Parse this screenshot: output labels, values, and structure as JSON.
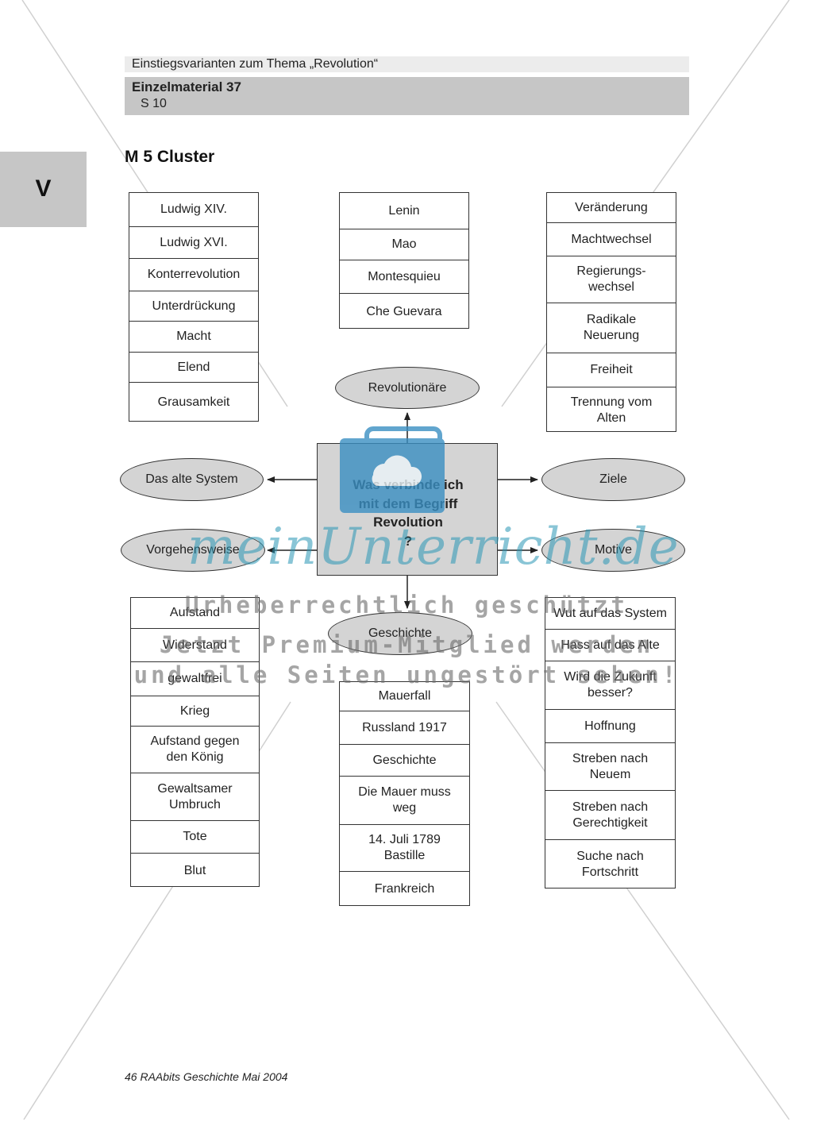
{
  "header": {
    "subtitle": "Einstiegsvarianten zum Thema „Revolution“",
    "material": "Einzelmaterial 37",
    "page": "S 10"
  },
  "side_tab": "V",
  "title": "M 5  Cluster",
  "center_question": "Was verbinde ich\nmit dem Begriff\nRevolution\n?",
  "ovals": {
    "revolutionaere": "Revolutionäre",
    "das_alte_system": "Das alte System",
    "ziele": "Ziele",
    "vorgehensweise": "Vorgehensweise",
    "motive": "Motive",
    "geschichte": "Geschichte"
  },
  "lists": {
    "das_alte_system": [
      "Ludwig XIV.",
      "Ludwig XVI.",
      "Konterrevolution",
      "Unterdrückung",
      "Macht",
      "Elend",
      "Grausamkeit"
    ],
    "revolutionaere": [
      "Lenin",
      "Mao",
      "Montesquieu",
      "Che Guevara"
    ],
    "ziele": [
      "Veränderung",
      "Machtwechsel",
      "Regierungs-\nwechsel",
      "Radikale\nNeuerung",
      "Freiheit",
      "Trennung vom\nAlten"
    ],
    "vorgehensweise": [
      "Aufstand",
      "Widerstand",
      "gewaltfrei",
      "Krieg",
      "Aufstand gegen\nden König",
      "Gewaltsamer\nUmbruch",
      "Tote",
      "Blut"
    ],
    "geschichte": [
      "Mauerfall",
      "Russland 1917",
      "Geschichte",
      "Die Mauer muss\nweg",
      "14. Juli 1789\nBastille",
      "Frankreich"
    ],
    "motive": [
      "Wut auf das System",
      "Hass auf das Alte",
      "Wird die Zukunft\nbesser?",
      "Hoffnung",
      "Streben nach\nNeuem",
      "Streben nach\nGerechtigkeit",
      "Suche nach\nFortschritt"
    ]
  },
  "watermark": {
    "logo": "meinUnterricht.de",
    "line1": "Urheberrechtlich geschützt",
    "line2": "Jetzt Premium-Mitglied werden",
    "line3": "und alle Seiten ungestört sehen!"
  },
  "footer": "46 RAAbits Geschichte Mai 2004"
}
